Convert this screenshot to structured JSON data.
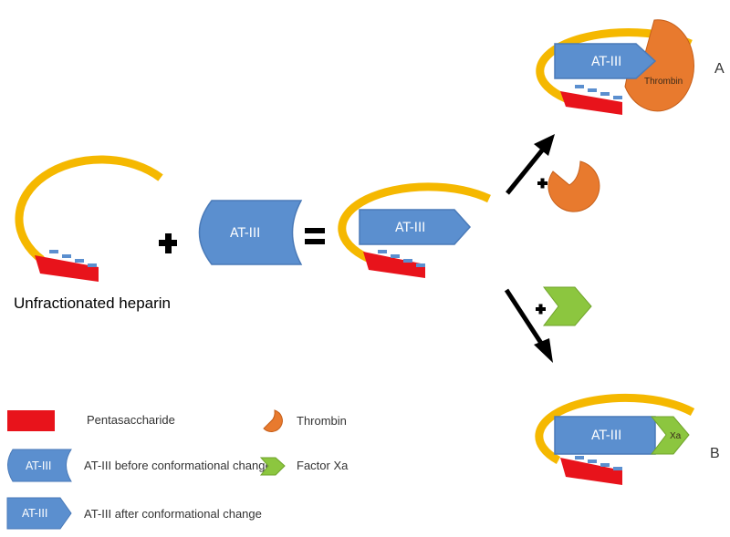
{
  "labels": {
    "unfractionated_heparin": "Unfractionated heparin",
    "at3": "AT-III",
    "thrombin": "Thrombin",
    "xa": "Xa",
    "letter_a": "A",
    "letter_b": "B"
  },
  "legend": {
    "pentasaccharide": "Pentasaccharide",
    "at3_before": "AT-III before conformational change",
    "at3_after": "AT-III after conformational change",
    "thrombin": "Thrombin",
    "factor_xa": "Factor Xa"
  },
  "colors": {
    "heparin_arc": "#f5b800",
    "pentasaccharide": "#e8131b",
    "at3_blue": "#5b8fcf",
    "at3_border": "#4a7ab8",
    "thrombin_orange": "#e87a2e",
    "factor_xa_green": "#8cc63f",
    "binding_marks": "#5b8fcf"
  }
}
